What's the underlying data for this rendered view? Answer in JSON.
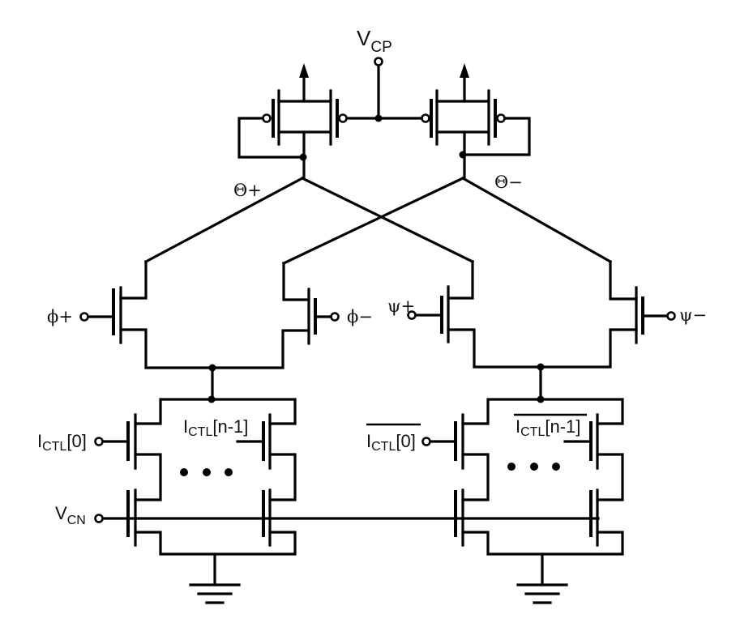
{
  "labels": {
    "vcp_main": "V",
    "vcp_sub": "CP",
    "theta_plus": "Θ+",
    "theta_minus": "Θ−",
    "phi_plus": "ϕ+",
    "phi_minus": "ϕ−",
    "psi_plus": "ψ+",
    "psi_minus": "ψ−",
    "ictl0_main": "I",
    "ictl0_sub": "CTL",
    "ictl0_idx": "[0]",
    "ictln_main": "I",
    "ictln_sub": "CTL",
    "ictln_idx": "[n-1]",
    "ictl0b_main": "I",
    "ictl0b_sub": "CTL",
    "ictl0b_idx": "[0]",
    "ictlnb_main": "I",
    "ictlnb_sub": "CTL",
    "ictlnb_idx": "[n-1]",
    "vcn_main": "V",
    "vcn_sub": "CN"
  }
}
